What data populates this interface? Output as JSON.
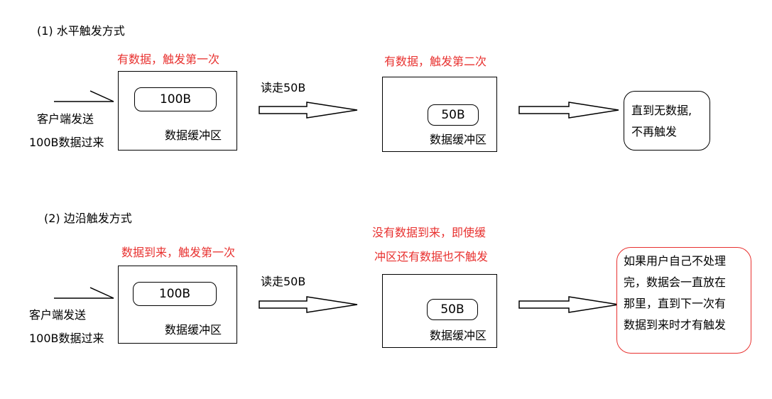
{
  "colors": {
    "accent_red": "#e8312f",
    "stroke": "#000000"
  },
  "sections": [
    {
      "heading": "(1) 水平触发方式",
      "client_lines": [
        "客户端发送",
        "100B数据过来"
      ],
      "stage1": {
        "note": "有数据，触发第一次",
        "data": "100B",
        "label": "数据缓冲区"
      },
      "arrow1_label": "读走50B",
      "stage2": {
        "note_lines": [
          "有数据，触发第二次"
        ],
        "data": "50B",
        "label": "数据缓冲区"
      },
      "result_lines": [
        "直到无数据,",
        "不再触发"
      ]
    },
    {
      "heading": "(2) 边沿触发方式",
      "client_lines": [
        "客户端发送",
        "100B数据过来"
      ],
      "stage1": {
        "note": "数据到来，触发第一次",
        "data": "100B",
        "label": "数据缓冲区"
      },
      "arrow1_label": "读走50B",
      "stage2": {
        "note_lines": [
          "没有数据到来，即使缓",
          "冲区还有数据也不触发"
        ],
        "data": "50B",
        "label": "数据缓冲区"
      },
      "result_lines": [
        "如果用户自己不处理",
        "完，数据会一直放在",
        "那里，直到下一次有",
        "数据到来时才有触发"
      ]
    }
  ]
}
